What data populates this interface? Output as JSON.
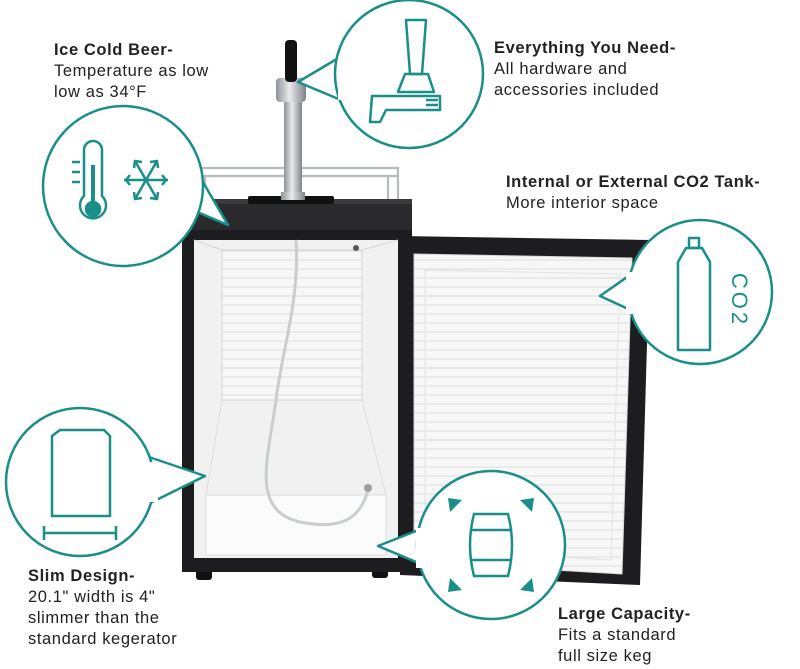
{
  "colors": {
    "accent": "#1a8f89",
    "steel": "#b8bbbe",
    "cabinet": "#1d1d1f"
  },
  "features": {
    "beer": {
      "title": "Ice Cold Beer-",
      "line1": "Temperature as low",
      "line2": "low as 34°F",
      "icons": [
        "thermometer-icon",
        "snowflake-icon"
      ]
    },
    "hardware": {
      "title": "Everything You Need-",
      "line1": "All hardware and",
      "line2": "accessories included",
      "icon": "tap-handle-icon"
    },
    "co2": {
      "title": "Internal or External CO2 Tank-",
      "line1": "More interior space",
      "icon": "co2-tank-icon",
      "icon_text": "CO2"
    },
    "slim": {
      "title": "Slim Design-",
      "line1": "20.1\" width is 4\"",
      "line2": "slimmer than the",
      "line3": "standard kegerator",
      "icon": "slim-cabinet-icon"
    },
    "capacity": {
      "title": "Large Capacity-",
      "line1": "Fits a standard",
      "line2": "full size keg",
      "icon": "keg-icon"
    }
  }
}
